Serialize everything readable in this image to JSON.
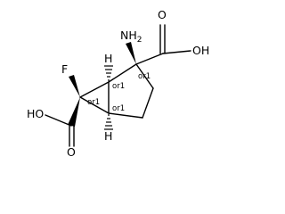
{
  "molecule": {
    "atoms": {
      "amino": "NH",
      "amino_subscript": "2",
      "top_acid_oxygen": "O",
      "top_acid_hydroxyl": "OH",
      "left_acid_hydroxyl": "HO",
      "left_acid_oxygen": "O",
      "fluorine": "F",
      "hydrogen_top": "H",
      "hydrogen_bottom": "H"
    },
    "stereo_labels": {
      "c2": "or1",
      "c1": "or1",
      "c6": "or1",
      "c5": "or1"
    }
  }
}
